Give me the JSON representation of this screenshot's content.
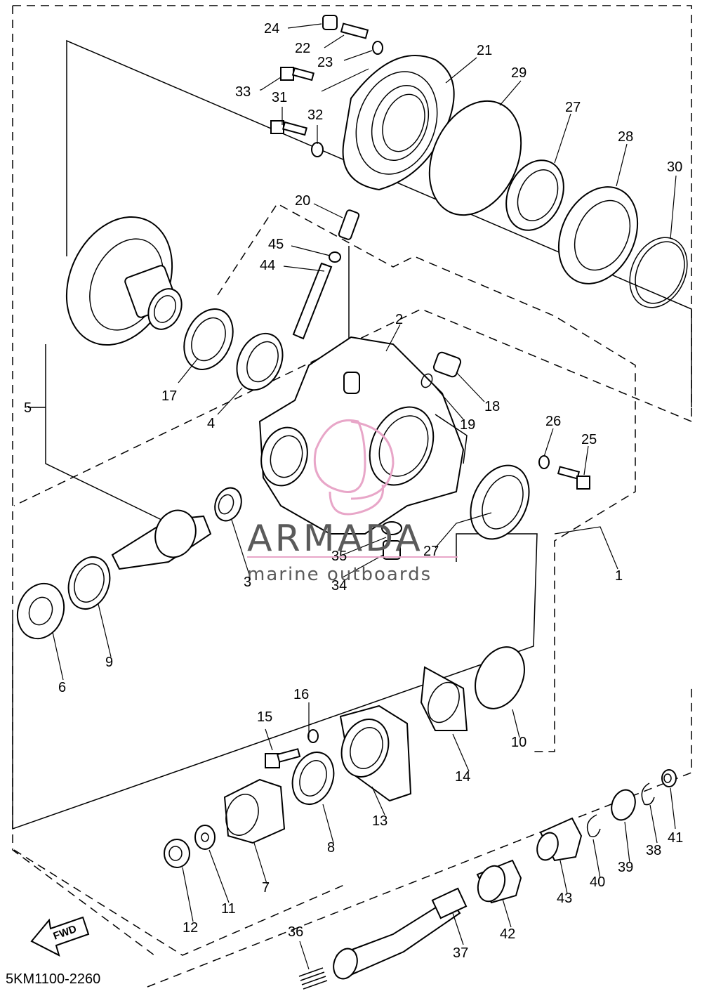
{
  "diagram": {
    "code": "5KM1100-2260",
    "fwd_label": "FWD"
  },
  "watermark": {
    "brand": "ARMADA",
    "tagline": "marine outboards",
    "colors": {
      "logo": "#e8a6c8",
      "text": "#5a5a5a"
    }
  },
  "callouts": [
    {
      "num": "1"
    },
    {
      "num": "2"
    },
    {
      "num": "3"
    },
    {
      "num": "4"
    },
    {
      "num": "5"
    },
    {
      "num": "6"
    },
    {
      "num": "7"
    },
    {
      "num": "8"
    },
    {
      "num": "9"
    },
    {
      "num": "10"
    },
    {
      "num": "11"
    },
    {
      "num": "12"
    },
    {
      "num": "13"
    },
    {
      "num": "14"
    },
    {
      "num": "15"
    },
    {
      "num": "16"
    },
    {
      "num": "17"
    },
    {
      "num": "18"
    },
    {
      "num": "19"
    },
    {
      "num": "20"
    },
    {
      "num": "21"
    },
    {
      "num": "22"
    },
    {
      "num": "23"
    },
    {
      "num": "24"
    },
    {
      "num": "25"
    },
    {
      "num": "26"
    },
    {
      "num": "27"
    },
    {
      "num": "27"
    },
    {
      "num": "28"
    },
    {
      "num": "29"
    },
    {
      "num": "30"
    },
    {
      "num": "31"
    },
    {
      "num": "32"
    },
    {
      "num": "33"
    },
    {
      "num": "34"
    },
    {
      "num": "35"
    },
    {
      "num": "36"
    },
    {
      "num": "37"
    },
    {
      "num": "38"
    },
    {
      "num": "39"
    },
    {
      "num": "40"
    },
    {
      "num": "41"
    },
    {
      "num": "42"
    },
    {
      "num": "43"
    },
    {
      "num": "44"
    },
    {
      "num": "45"
    }
  ]
}
